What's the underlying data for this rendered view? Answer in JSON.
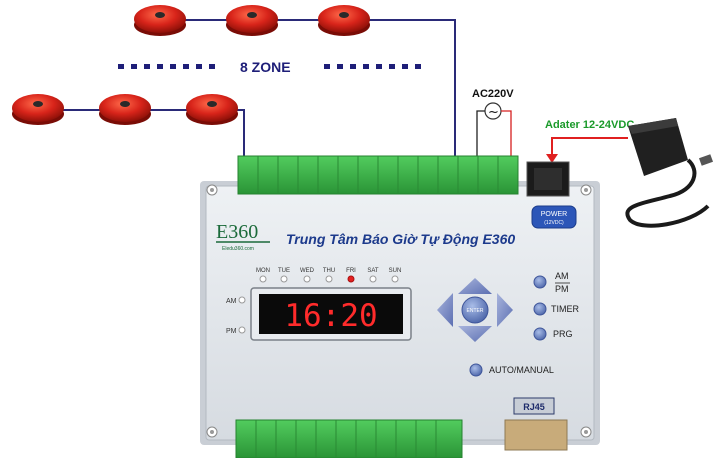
{
  "zone_label": "8 ZONE",
  "power_input_label": "AC220V",
  "ac_symbol": "~",
  "adapter_label": "Adater 12-24VDC",
  "device": {
    "logo_text": "E360",
    "logo_subtext": "Eledu360.com",
    "title": "Trung Tâm Báo Giờ Tự Động E360",
    "power_button": {
      "label": "POWER",
      "sublabel": "(12VDC)"
    },
    "days": [
      "MON",
      "TUE",
      "WED",
      "THU",
      "FRI",
      "SAT",
      "SUN"
    ],
    "active_day": "FRI",
    "am_label": "AM",
    "pm_label": "PM",
    "time_display": "16:20",
    "enter_label": "ENTER",
    "ampm_button": {
      "top": "AM",
      "bottom": "PM"
    },
    "timer_button_label": "TIMER",
    "prg_button_label": "PRG",
    "auto_manual_label": "AUTO/MANUAL",
    "port_label": "RJ45"
  },
  "colors": {
    "wire": "#2a2a78",
    "ac_wire": "#d62020",
    "arrow": "#e02020",
    "adapter_label": "#1a9a2a",
    "title": "#1c3a8c",
    "terminal": "#3cb84a",
    "panel": "#dfe3e8",
    "display_red": "#ff2b2b",
    "button_blue": "#6d86c4"
  }
}
